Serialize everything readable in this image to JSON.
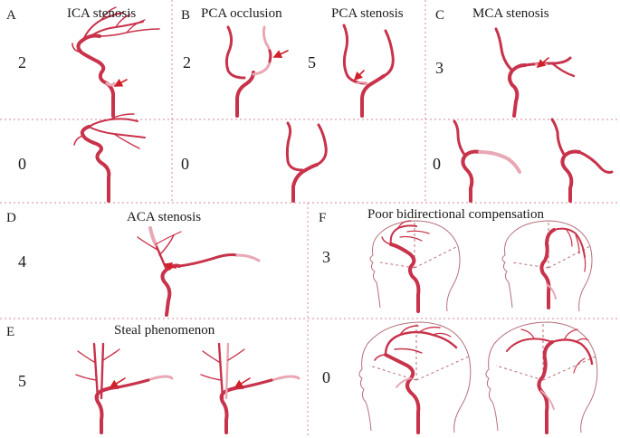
{
  "panels": {
    "A": {
      "letter": "A",
      "title": "ICA stenosis",
      "score_top": "2",
      "score_bottom": "0"
    },
    "B": {
      "letter": "B",
      "title_left": "PCA occlusion",
      "title_right": "PCA stenosis",
      "score_left": "2",
      "score_right": "5",
      "score_bottom": "0"
    },
    "C": {
      "letter": "C",
      "title": "MCA stenosis",
      "score_top": "3",
      "score_bottom": "0"
    },
    "D": {
      "letter": "D",
      "title": "ACA stenosis",
      "score": "4"
    },
    "E": {
      "letter": "E",
      "title": "Steal phenomenon",
      "score": "5"
    },
    "F": {
      "letter": "F",
      "title": "Poor bidirectional compensation",
      "score_top": "3",
      "score_bottom": "0"
    }
  },
  "colors": {
    "vessel": "#c8324a",
    "vessel_dark": "#9e1f36",
    "vessel_light": "#e8a8b4",
    "arrow": "#d0202a",
    "divider": "#d9849a",
    "head_outline": "#b5707a"
  }
}
